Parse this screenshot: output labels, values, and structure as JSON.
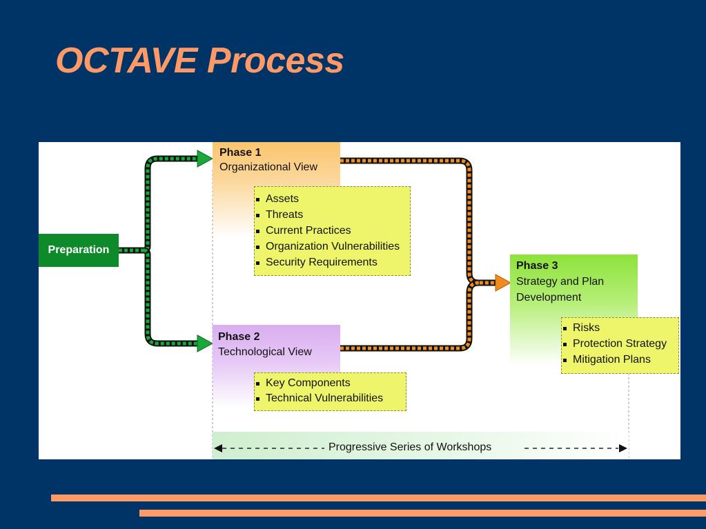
{
  "slide": {
    "title": "OCTAVE Process"
  },
  "diagram": {
    "preparation": "Preparation",
    "phase1": {
      "label": "Phase 1",
      "subtitle": "Organizational View",
      "items": [
        "Assets",
        "Threats",
        "Current Practices",
        "Organization Vulnerabilities",
        "Security Requirements"
      ]
    },
    "phase2": {
      "label": "Phase  2",
      "subtitle": "Technological View",
      "items": [
        "Key Components",
        "Technical Vulnerabilities"
      ]
    },
    "phase3": {
      "label": "Phase 3",
      "subtitle_line1": "Strategy and Plan",
      "subtitle_line2": "Development",
      "items": [
        "Risks",
        "Protection Strategy",
        "Mitigation Plans"
      ]
    },
    "workshops": "Progressive Series of Workshops"
  },
  "colors": {
    "background": "#003366",
    "title": "#ff9966",
    "preparation": "#0f8a2b",
    "phase1": "#fbc56e",
    "phase2": "#d9aef0",
    "phase3": "#8de23a",
    "items_box": "#eef56b",
    "arrow_green": "#1aa83a",
    "arrow_orange": "#f08c1e"
  }
}
